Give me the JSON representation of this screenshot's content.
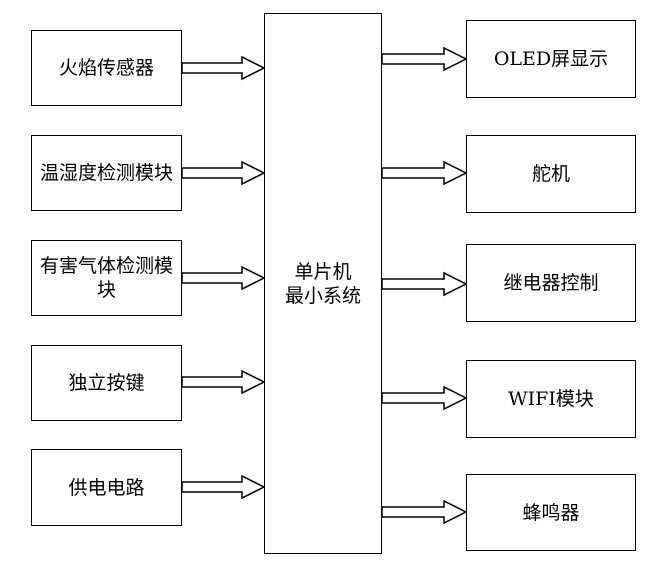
{
  "mcu": {
    "line1": "单片机",
    "line2": "最小系统"
  },
  "inputs": [
    "火焰传感器",
    "温湿度检测模块",
    "有害气体检测模块",
    "独立按键",
    "供电电路"
  ],
  "outputs": [
    "OLED屏显示",
    "舵机",
    "继电器控制",
    "WIFI模块",
    "蜂鸣器"
  ]
}
